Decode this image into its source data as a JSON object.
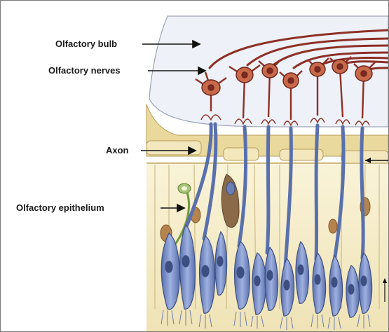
{
  "labels": {
    "bulb": "Olfactory bulb",
    "nerves": "Olfactory nerves",
    "axon": "Axon",
    "epithelium": "Olfactory epithelium"
  },
  "icons": [
    "arrow-icon"
  ],
  "colors": {
    "bulb_fill": "#eef2f8",
    "bone": "#efe4bd",
    "nerve_red": "#8e2f26",
    "neuron_body": "#c86a4a",
    "receptor_blue": "#6f86bf",
    "epithelium_fill": "#f6efce",
    "support_nucleus": "#b5834d"
  }
}
